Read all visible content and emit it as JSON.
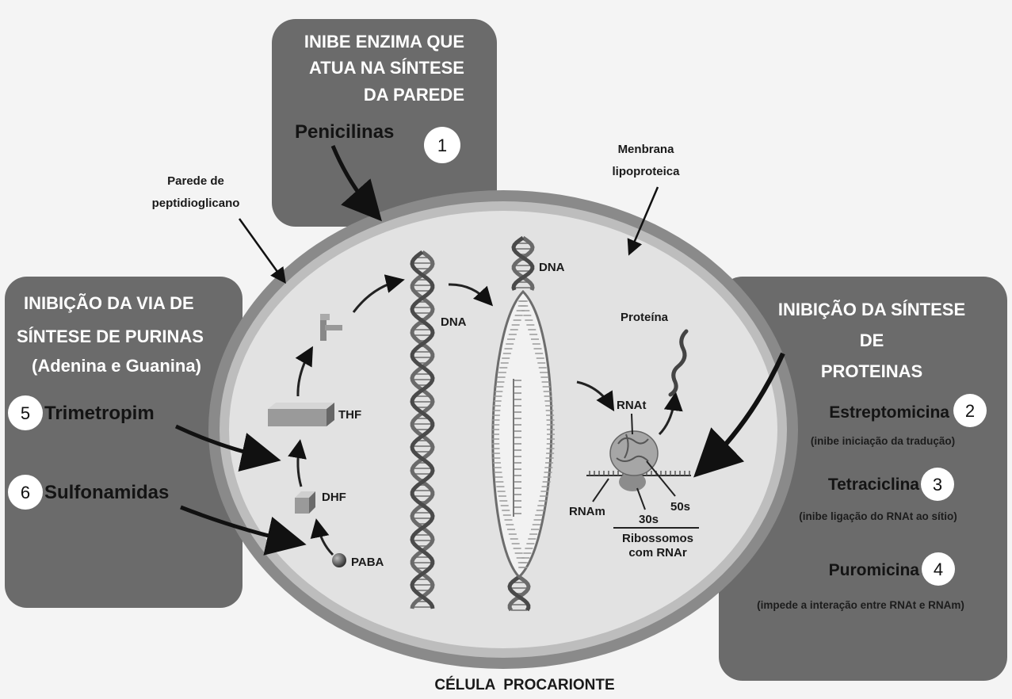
{
  "top_box": {
    "lines": [
      "INIBE ENZIMA QUE",
      "ATUA NA SÍNTESE",
      "DA PAREDE"
    ],
    "drug": "Penicilinas",
    "number": "1"
  },
  "left_box": {
    "lines": [
      "INIBIÇÃO DA VIA DE",
      "SÍNTESE DE PURINAS",
      "(Adenina e Guanina)"
    ],
    "drugs": [
      {
        "number": "5",
        "name": "Trimetropim"
      },
      {
        "number": "6",
        "name": "Sulfonamidas"
      }
    ]
  },
  "right_box": {
    "lines": [
      "INIBIÇÃO DA SÍNTESE",
      "DE",
      "PROTEINAS"
    ],
    "drugs": [
      {
        "number": "2",
        "name": "Estreptomicina",
        "note": "(inibe iniciação da tradução)"
      },
      {
        "number": "3",
        "name": "Tetraciclina",
        "note": "(inibe ligação do RNAt ao sítio)"
      },
      {
        "number": "4",
        "name": "Puromicina",
        "note": "(impede a interação entre RNAt e RNAm)"
      }
    ]
  },
  "labels": {
    "wall": [
      "Parede de",
      "peptidioglicano"
    ],
    "membrane": [
      "Menbrana",
      "lipoproteica"
    ],
    "dna_left": "DNA",
    "dna_right": "DNA",
    "protein": "Proteína",
    "thf": "THF",
    "dhf": "DHF",
    "paba": "PABA",
    "rnat": "RNAt",
    "rnam": "RNAm",
    "s30": "30s",
    "s50": "50s",
    "ribosomes": [
      "Ribossomos",
      "com RNAr"
    ],
    "cell_title": "CÉLULA  PROCARIONTE"
  },
  "colors": {
    "box": "#6b6b6b",
    "wall": "#8a8a8a",
    "cytoplasm": "#e2e2e2",
    "background": "#f4f4f4"
  }
}
